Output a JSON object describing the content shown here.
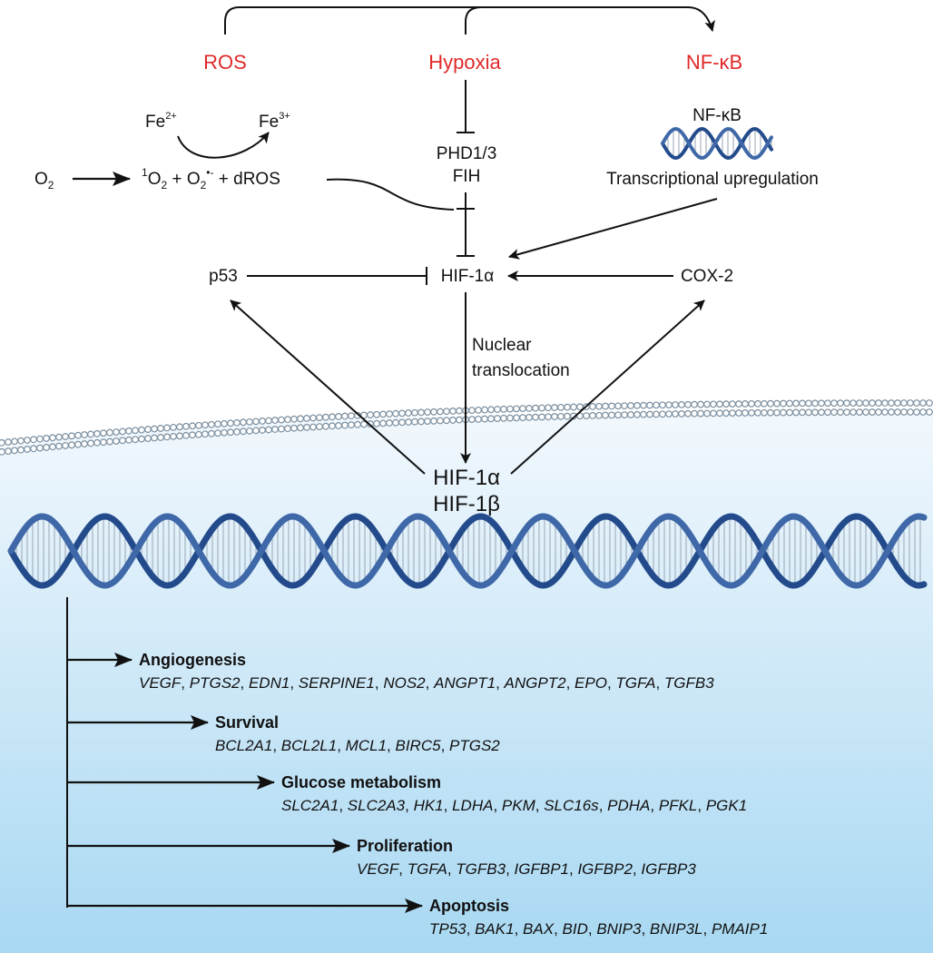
{
  "stimuli": {
    "ros": "ROS",
    "hypoxia": "Hypoxia",
    "nfkb": "NF-κB"
  },
  "colors": {
    "stimulus": "#e02a2a",
    "dna": "#234b8c",
    "nucleus_top": "#f2f8fd",
    "nucleus_bottom": "#a8d8f2",
    "membrane": "#7a8e9e"
  },
  "ros_pathway": {
    "fe2_base": "Fe",
    "fe2_sup": "2+",
    "fe3_base": "Fe",
    "fe3_sup": "3+",
    "o2_base": "O",
    "o2_sub": "2",
    "singlet_sup": "1",
    "singlet_base": "O",
    "singlet_sub": "2",
    "plus": " + ",
    "superoxide_base": "O",
    "superoxide_sub": "2",
    "superoxide_sup": "•-",
    "plus2": " + dROS"
  },
  "hypoxia_pathway": {
    "phd": "PHD1/3",
    "fih": "FIH"
  },
  "nfkb_pathway": {
    "dna_label": "NF-κB",
    "upregulation": "Transcriptional upregulation"
  },
  "core": {
    "p53": "p53",
    "hif1a": "HIF-1α",
    "cox2": "COX-2",
    "translocation_line1": "Nuclear",
    "translocation_line2": "translocation",
    "nuclear_hif1a": "HIF-1α",
    "nuclear_hif1b": "HIF-1β"
  },
  "outcomes": [
    {
      "name": "Angiogenesis",
      "genes": [
        "VEGF",
        "PTGS2",
        "EDN1",
        "SERPINE1",
        "NOS2",
        "ANGPT1",
        "ANGPT2",
        "EPO",
        "TGFA",
        "TGFB3"
      ]
    },
    {
      "name": "Survival",
      "genes": [
        "BCL2A1",
        "BCL2L1",
        "MCL1",
        "BIRC5",
        "PTGS2"
      ]
    },
    {
      "name": "Glucose metabolism",
      "genes": [
        "SLC2A1",
        "SLC2A3",
        "HK1",
        "LDHA",
        "PKM",
        "SLC16s",
        "PDHA",
        "PFKL",
        "PGK1"
      ]
    },
    {
      "name": "Proliferation",
      "genes": [
        "VEGF",
        "TGFA",
        "TGFB3",
        "IGFBP1",
        "IGFBP2",
        "IGFBP3"
      ]
    },
    {
      "name": "Apoptosis",
      "genes": [
        "TP53",
        "BAK1",
        "BAX",
        "BID",
        "BNIP3",
        "BNIP3L",
        "PMAIP1"
      ]
    }
  ]
}
